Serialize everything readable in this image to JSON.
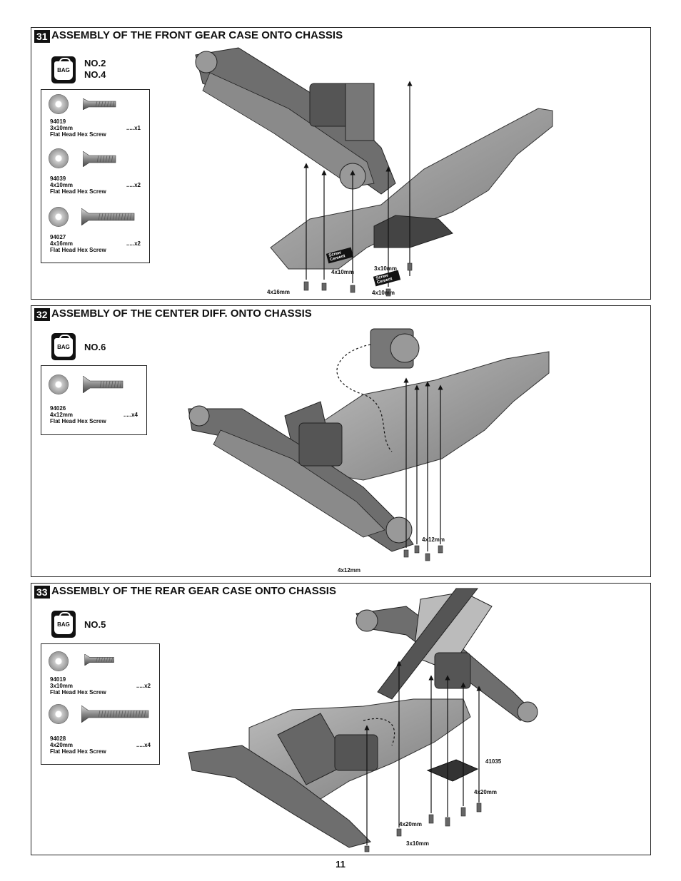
{
  "steps": [
    {
      "number": "31",
      "title": "ASSEMBLY OF THE FRONT GEAR CASE ONTO CHASSIS",
      "bag_label": "BAG",
      "bags": [
        "NO.2",
        "NO.4"
      ],
      "parts": [
        {
          "code": "94019",
          "size": "3x10mm",
          "desc": "Flat Head Hex Screw",
          "qty": ".....x1"
        },
        {
          "code": "94039",
          "size": "4x10mm",
          "desc": "Flat Head Hex Screw",
          "qty": ".....x2"
        },
        {
          "code": "94027",
          "size": "4x16mm",
          "desc": "Flat Head Hex Screw",
          "qty": ".....x2"
        }
      ],
      "callouts": [
        "4x10mm",
        "3x10mm",
        "4x16mm",
        "4x10mm"
      ],
      "cement_label": "Screw Cement"
    },
    {
      "number": "32",
      "title": "ASSEMBLY OF THE CENTER DIFF. ONTO CHASSIS",
      "bag_label": "BAG",
      "bags": [
        "NO.6"
      ],
      "parts": [
        {
          "code": "94026",
          "size": "4x12mm",
          "desc": "Flat Head Hex Screw",
          "qty": ".....x4"
        }
      ],
      "callouts": [
        "4x12mm",
        "4x12mm"
      ]
    },
    {
      "number": "33",
      "title": "ASSEMBLY OF THE REAR GEAR CASE ONTO CHASSIS",
      "bag_label": "BAG",
      "bags": [
        "NO.5"
      ],
      "parts": [
        {
          "code": "94019",
          "size": "3x10mm",
          "desc": "Flat Head Hex Screw",
          "qty": ".....x2"
        },
        {
          "code": "94028",
          "size": "4x20mm",
          "desc": "Flat Head Hex Screw",
          "qty": ".....x4"
        }
      ],
      "callouts": [
        "41035",
        "4x20mm",
        "4x20mm",
        "3x10mm"
      ]
    }
  ],
  "page_number": "11"
}
